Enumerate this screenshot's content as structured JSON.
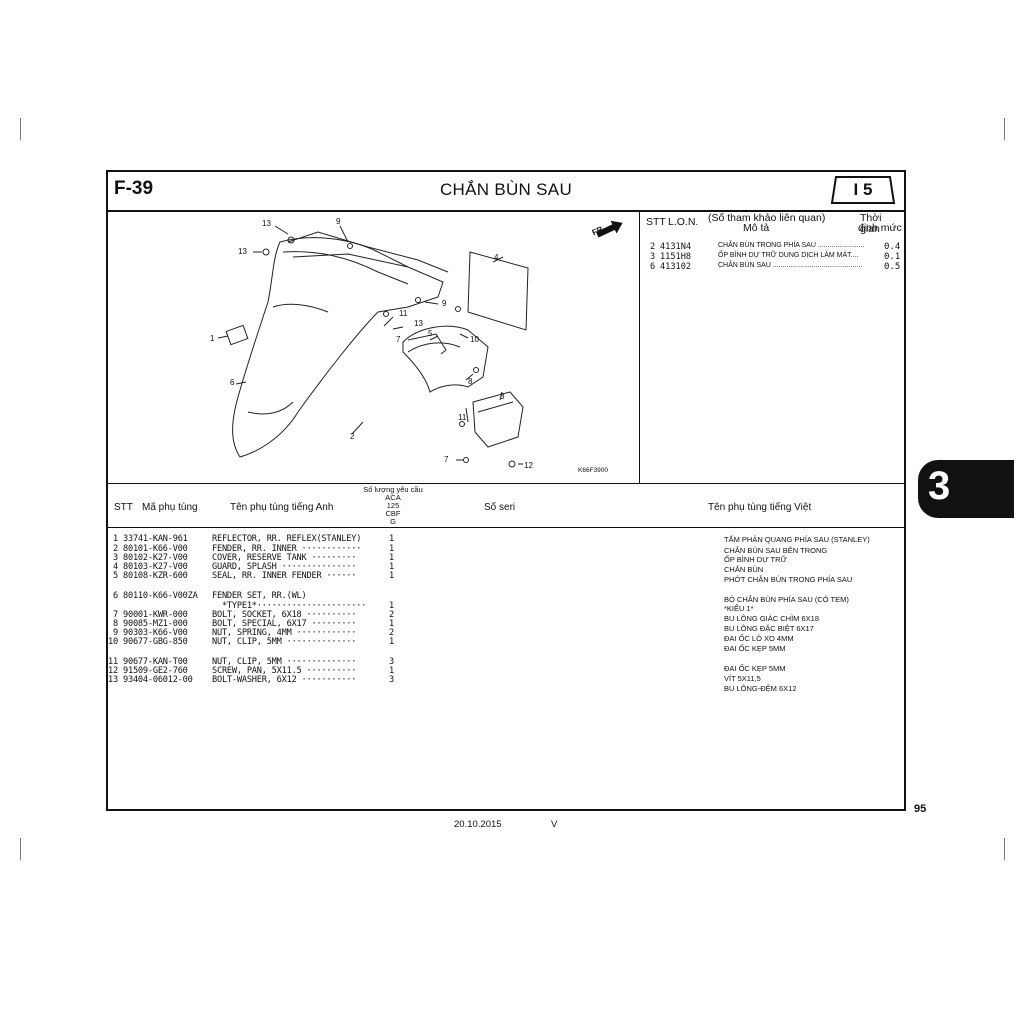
{
  "header": {
    "page_code": "F-39",
    "title": "CHẮN BÙN SAU",
    "section": "I 5"
  },
  "diagram": {
    "direction_mark": "FR.",
    "drawing_code": "K66F3900",
    "callouts": [
      "1",
      "2",
      "3",
      "4",
      "5",
      "6",
      "7",
      "7",
      "8",
      "9",
      "9",
      "10",
      "11",
      "11",
      "12",
      "13",
      "13",
      "13"
    ]
  },
  "reference": {
    "col_stt": "STT",
    "col_lon": "L.O.N.",
    "col_desc_top": "(Số tham khảo liên quan)",
    "col_desc_bottom": "Mô tả",
    "col_time_top": "Thời gian",
    "col_time_bottom": "định mức",
    "rows": [
      {
        "stt": "2",
        "lon": "4131N4",
        "desc": "CHẮN BÙN TRONG PHÍA SAU ........................",
        "time": "0.4"
      },
      {
        "stt": "3",
        "lon": "1151H8",
        "desc": "ỐP BÌNH DỰ TRỮ DUNG DỊCH LÀM MÁT....",
        "time": "0.1"
      },
      {
        "stt": "6",
        "lon": "413102",
        "desc": "CHẮN BÙN SAU ..............................................",
        "time": "0.5"
      }
    ]
  },
  "table": {
    "col_stt": "STT",
    "col_part_no": "Mã phụ tùng",
    "col_name_en": "Tên phụ tùng tiếng Anh",
    "col_qty_lines": [
      "Số lượng yêu cầu",
      "ACA",
      "125",
      "CBF",
      "G"
    ],
    "col_serial": "Số seri",
    "col_name_vn": "Tên phụ tùng tiếng Việt",
    "rows": [
      {
        "stt": " 1",
        "part_no": "33741-KAN-961",
        "name_en": "REFLECTOR, RR. REFLEX(STANLEY)",
        "qty": "1",
        "name_vn": "TẤM PHẢN QUANG PHÍA SAU (STANLEY)"
      },
      {
        "stt": " 2",
        "part_no": "80101-K66-V00",
        "name_en": "FENDER, RR. INNER ············",
        "qty": "1",
        "name_vn": "CHẮN BÙN SAU BÊN TRONG"
      },
      {
        "stt": " 3",
        "part_no": "80102-K27-V00",
        "name_en": "COVER, RESERVE TANK ·········",
        "qty": "1",
        "name_vn": "ỐP BÌNH DỰ TRỮ"
      },
      {
        "stt": " 4",
        "part_no": "80103-K27-V00",
        "name_en": "GUARD, SPLASH ···············",
        "qty": "1",
        "name_vn": "CHẮN BÙN"
      },
      {
        "stt": " 5",
        "part_no": "80108-KZR-600",
        "name_en": "SEAL, RR. INNER FENDER ······",
        "qty": "1",
        "name_vn": "PHỚT CHẮN BÙN TRONG PHÍA SAU"
      },
      {
        "stt": " 6",
        "part_no": "80110-K66-V00ZA",
        "name_en": "FENDER SET, RR.(WL)",
        "qty": "",
        "name_vn": "BỘ CHẮN BÙN PHÍA SAU (CÓ TEM)"
      },
      {
        "stt": "",
        "part_no": "",
        "name_en": "  *TYPE1*······················",
        "qty": "1",
        "name_vn": "*KIỂU 1*"
      },
      {
        "stt": " 7",
        "part_no": "90001-KWR-000",
        "name_en": "BOLT, SOCKET, 6X18 ··········",
        "qty": "2",
        "name_vn": "BU LÔNG GIÁC CHÌM 6X18"
      },
      {
        "stt": " 8",
        "part_no": "90085-MZ1-000",
        "name_en": "BOLT, SPECIAL, 6X17 ·········",
        "qty": "1",
        "name_vn": "BU LÔNG ĐẶC BIỆT 6X17"
      },
      {
        "stt": " 9",
        "part_no": "90303-K66-V00",
        "name_en": "NUT, SPRING, 4MM ············",
        "qty": "2",
        "name_vn": "ĐAI ỐC LÒ XO 4MM"
      },
      {
        "stt": "10",
        "part_no": "90677-GBG-850",
        "name_en": "NUT, CLIP, 5MM ··············",
        "qty": "1",
        "name_vn": "ĐAI ỐC KẸP 5MM"
      },
      {
        "stt": "11",
        "part_no": "90677-KAN-T00",
        "name_en": "NUT, CLIP, 5MM ··············",
        "qty": "3",
        "name_vn": "ĐAI ỐC KẸP 5MM"
      },
      {
        "stt": "12",
        "part_no": "91509-GE2-760",
        "name_en": "SCREW, PAN, 5X11.5 ··········",
        "qty": "1",
        "name_vn": "VÍT 5X11,5"
      },
      {
        "stt": "13",
        "part_no": "93404-06012-00",
        "name_en": "BOLT-WASHER, 6X12 ···········",
        "qty": "3",
        "name_vn": "BU LÔNG-ĐỆM 6X12"
      }
    ]
  },
  "side_tab": "3",
  "page_number": "95",
  "footer": {
    "date": "20.10.2015",
    "rev": "V"
  }
}
